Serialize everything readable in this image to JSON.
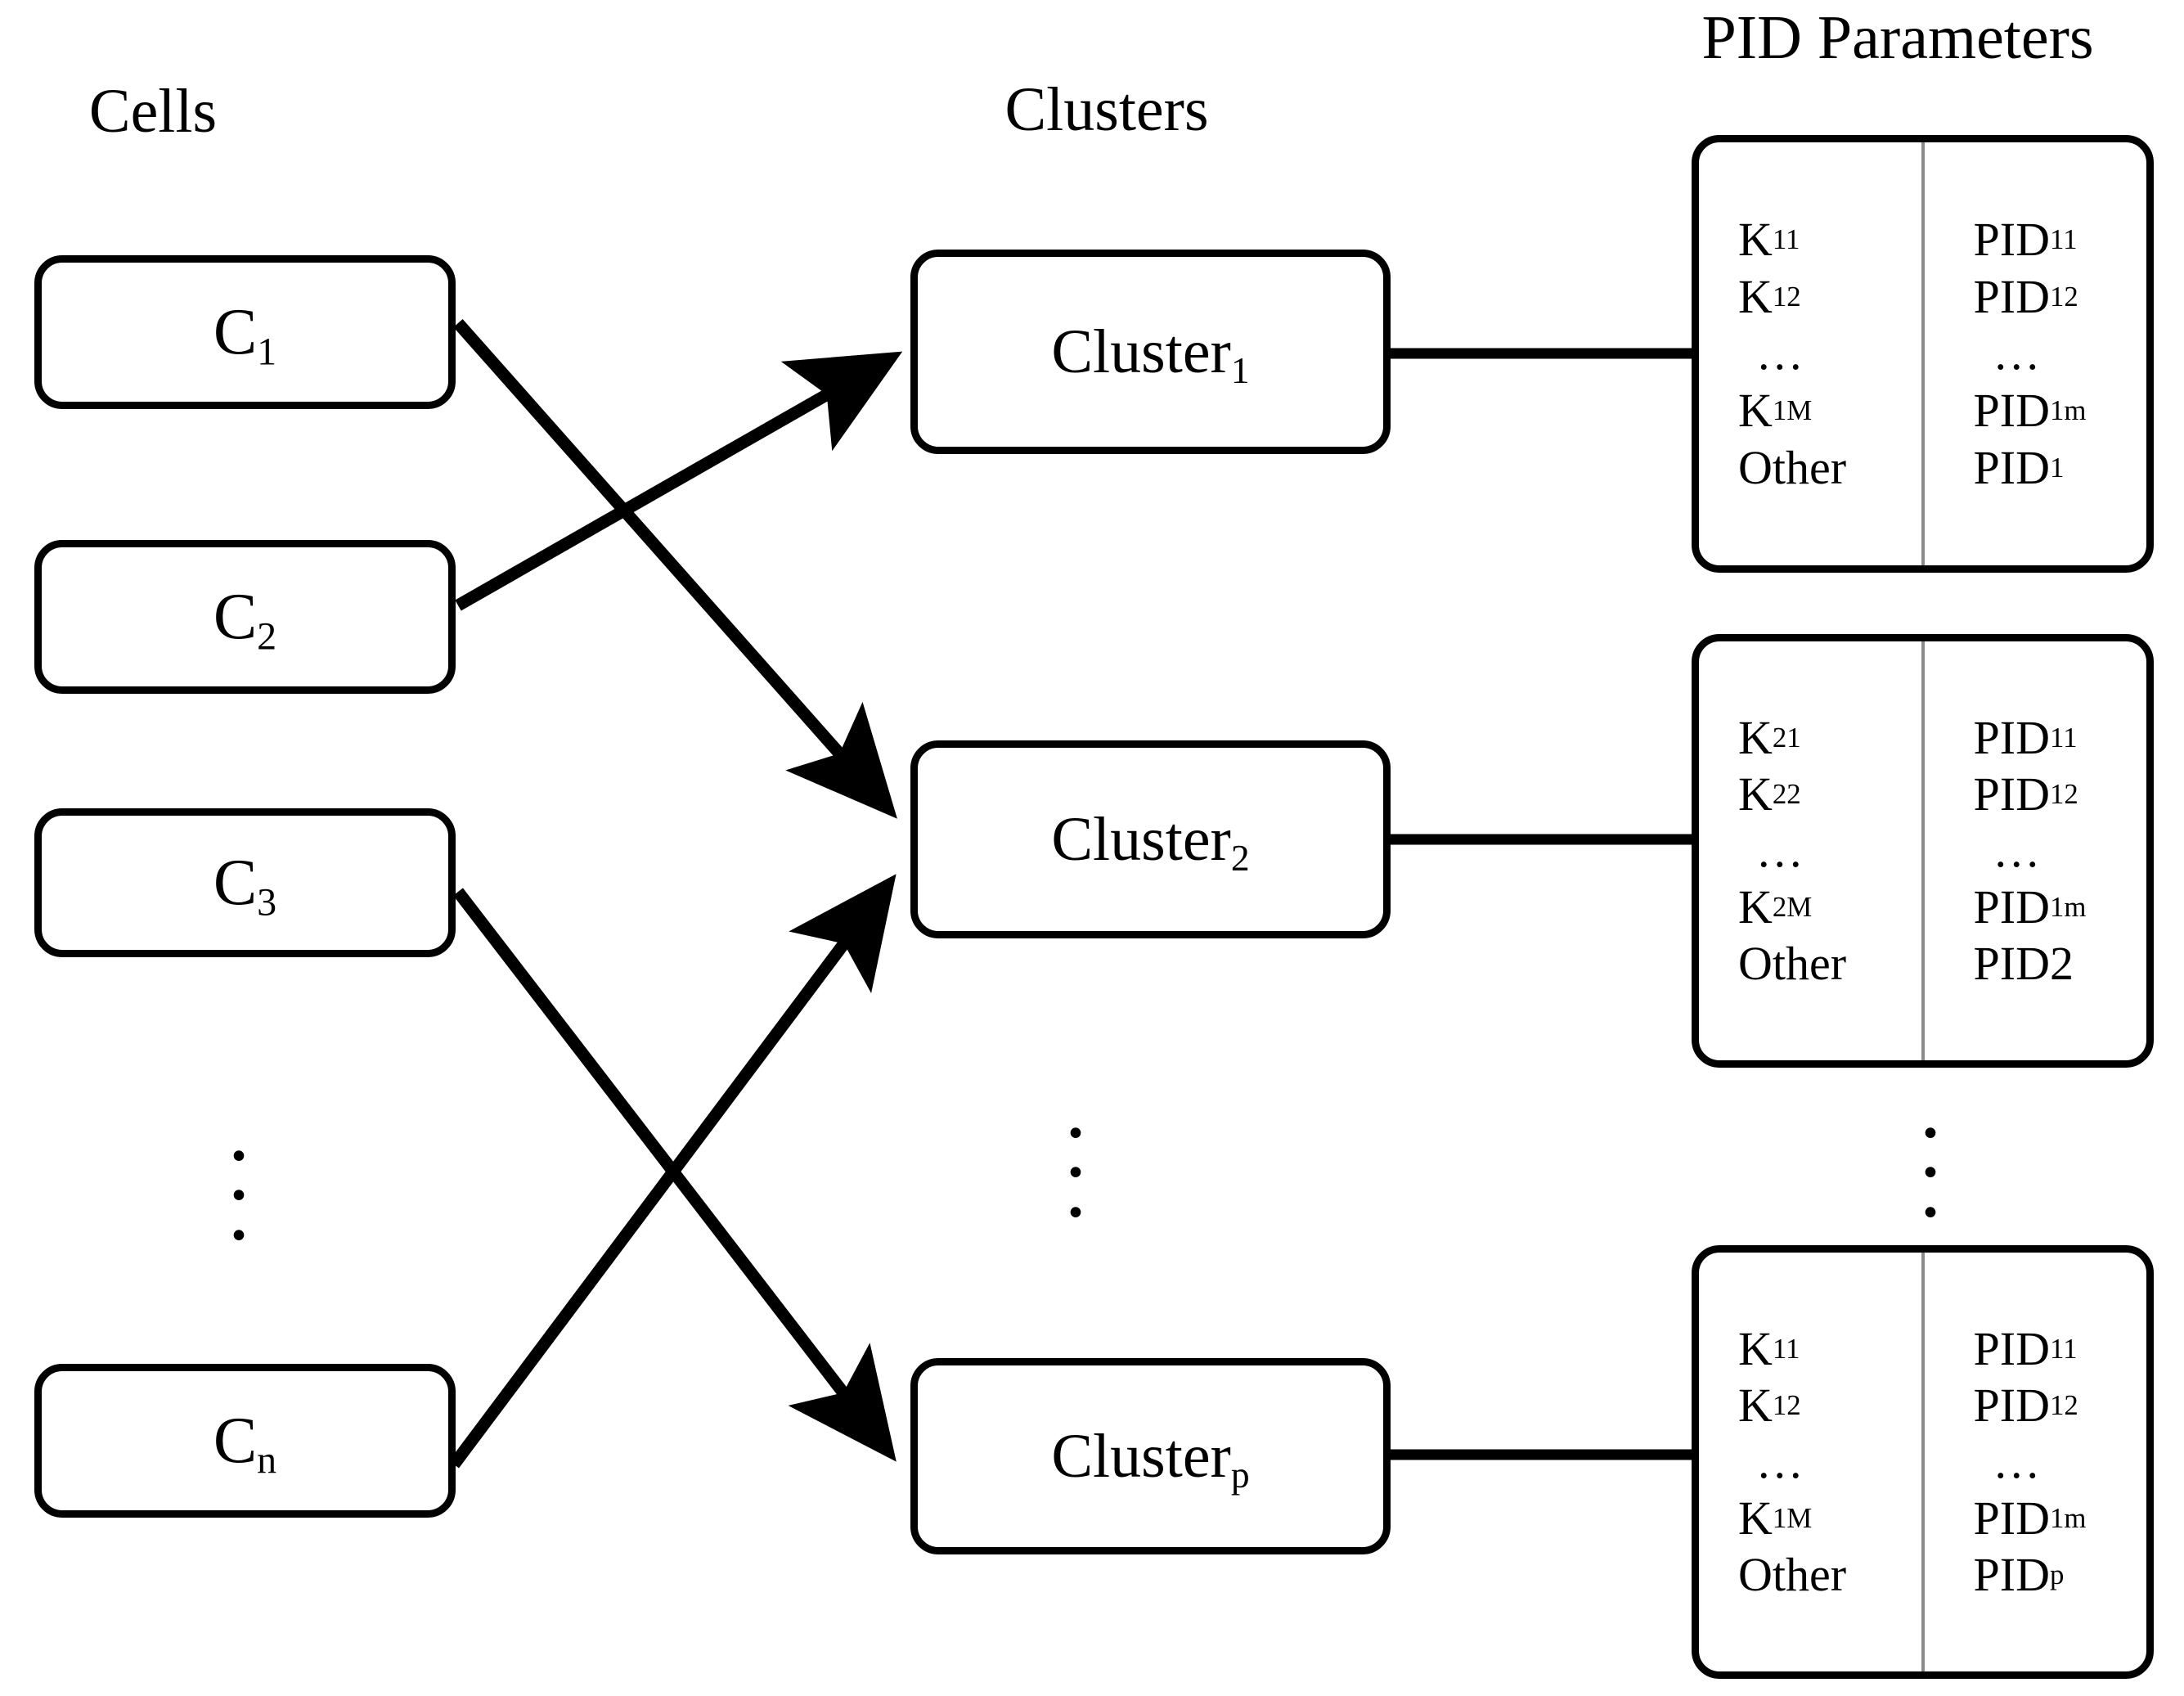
{
  "diagram": {
    "headings": {
      "cells": "Cells",
      "clusters": "Clusters",
      "pid_parameters": "PID Parameters"
    },
    "cells": [
      {
        "id": "c1",
        "label": "C",
        "sub": "1"
      },
      {
        "id": "c2",
        "label": "C",
        "sub": "2"
      },
      {
        "id": "c3",
        "label": "C",
        "sub": "3"
      },
      {
        "id": "cn",
        "label": "C",
        "sub": "n"
      }
    ],
    "cells_ellipsis": "⋮",
    "clusters": [
      {
        "id": "cluster1",
        "label": "Cluster",
        "sub": "1"
      },
      {
        "id": "cluster2",
        "label": "Cluster",
        "sub": "2"
      },
      {
        "id": "clusterp",
        "label": "Cluster",
        "sub": "p"
      }
    ],
    "clusters_ellipsis": "⋮",
    "tables_ellipsis": "⋮",
    "tables": [
      {
        "id": "table1",
        "left": [
          {
            "text": "K",
            "sub": "11"
          },
          {
            "text": "K",
            "sub": "12"
          },
          {
            "text": "...",
            "sub": ""
          },
          {
            "text": "K",
            "sub": "1M"
          },
          {
            "text": "Other",
            "sub": ""
          }
        ],
        "right": [
          {
            "text": "PID",
            "sub": "11"
          },
          {
            "text": "PID",
            "sub": "12"
          },
          {
            "text": "...",
            "sub": ""
          },
          {
            "text": "PID",
            "sub": "1m"
          },
          {
            "text": "PID",
            "sub": "1"
          }
        ]
      },
      {
        "id": "table2",
        "left": [
          {
            "text": "K",
            "sub": "21"
          },
          {
            "text": "K",
            "sub": "22"
          },
          {
            "text": "...",
            "sub": ""
          },
          {
            "text": "K",
            "sub": "2M"
          },
          {
            "text": "Other",
            "sub": ""
          }
        ],
        "right": [
          {
            "text": "PID",
            "sub": "11"
          },
          {
            "text": "PID",
            "sub": "12"
          },
          {
            "text": "...",
            "sub": ""
          },
          {
            "text": "PID",
            "sub": "1m"
          },
          {
            "text": "PID2",
            "sub": ""
          }
        ]
      },
      {
        "id": "tablep",
        "left": [
          {
            "text": "K",
            "sub": "11"
          },
          {
            "text": "K",
            "sub": "12"
          },
          {
            "text": "...",
            "sub": ""
          },
          {
            "text": "K",
            "sub": "1M"
          },
          {
            "text": "Other",
            "sub": ""
          }
        ],
        "right": [
          {
            "text": "PID",
            "sub": "11"
          },
          {
            "text": "PID",
            "sub": "12"
          },
          {
            "text": "...",
            "sub": ""
          },
          {
            "text": "PID",
            "sub": "1m"
          },
          {
            "text": "PID",
            "sub": "p"
          }
        ]
      }
    ],
    "edges": [
      {
        "from": "c1",
        "to": "cluster2",
        "kind": "arrow"
      },
      {
        "from": "c2",
        "to": "cluster1",
        "kind": "arrow"
      },
      {
        "from": "c3",
        "to": "clusterp",
        "kind": "arrow"
      },
      {
        "from": "cn",
        "to": "cluster2",
        "kind": "arrow"
      },
      {
        "from": "cluster1",
        "to": "table1",
        "kind": "line"
      },
      {
        "from": "cluster2",
        "to": "table2",
        "kind": "line"
      },
      {
        "from": "clusterp",
        "to": "tablep",
        "kind": "line"
      }
    ],
    "colors": {
      "stroke": "#000000",
      "divider": "#8a8a8a",
      "background": "#ffffff"
    }
  }
}
